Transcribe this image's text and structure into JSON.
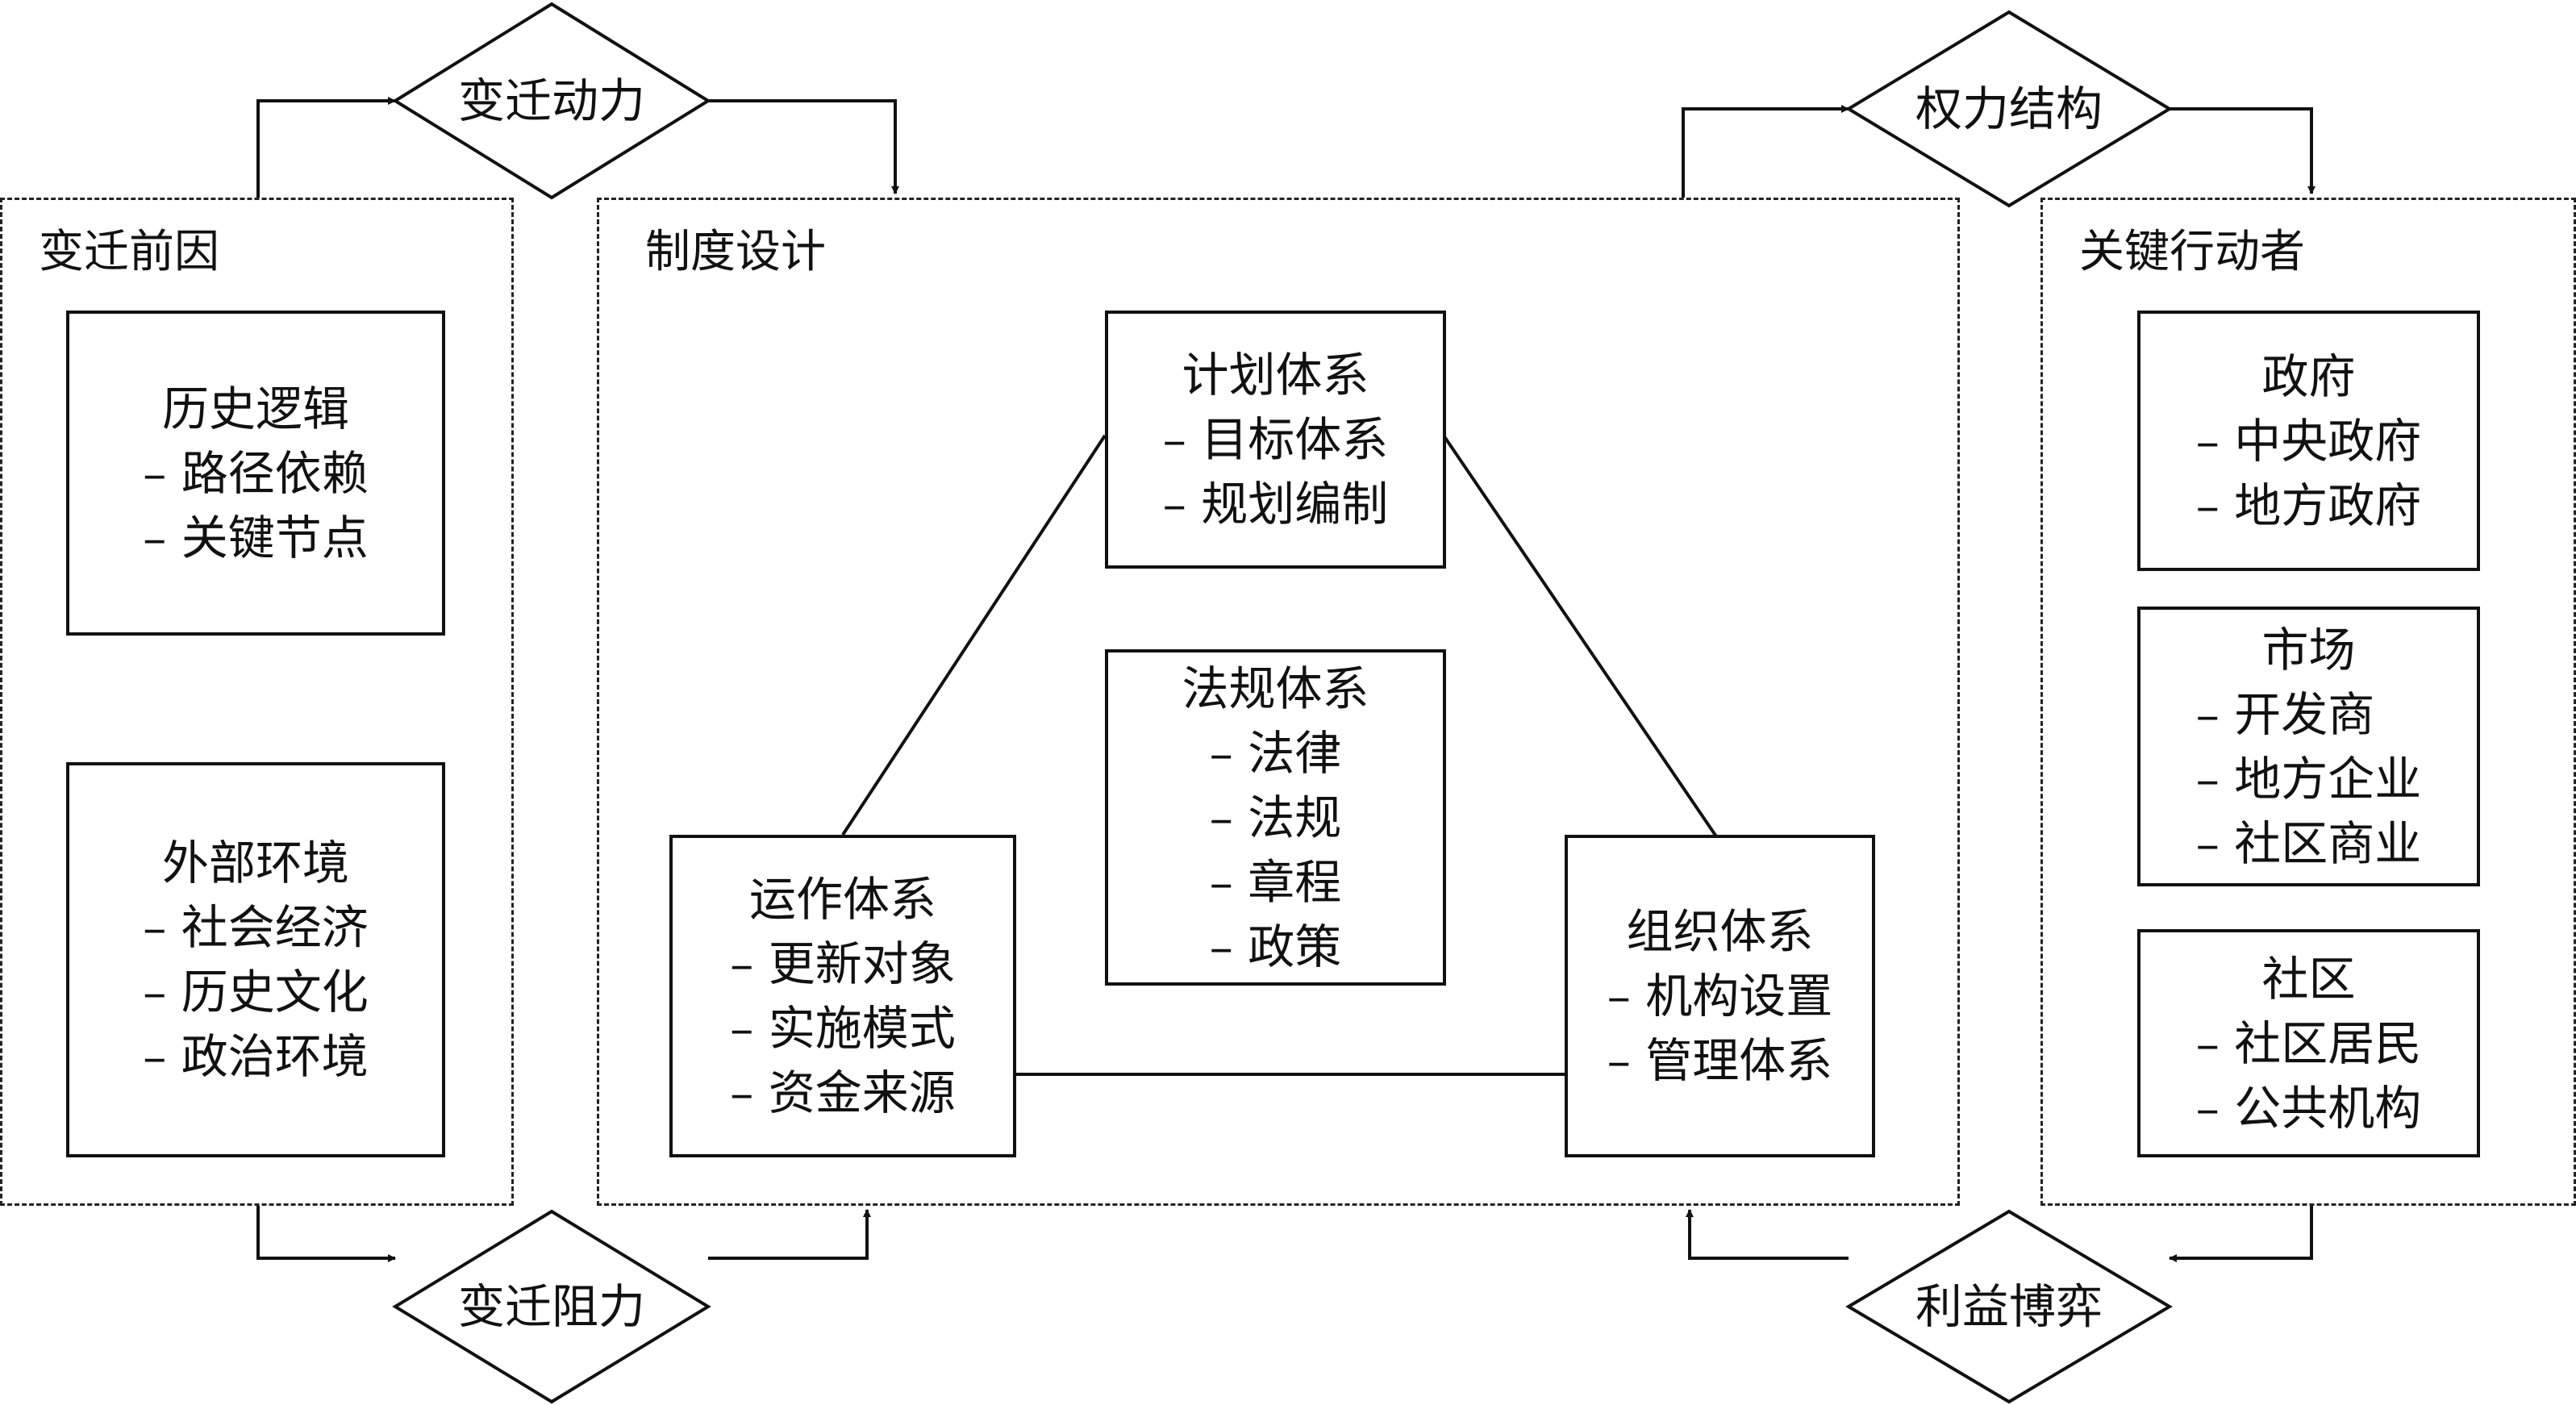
{
  "regions": {
    "causes": {
      "title": "变迁前因",
      "history": {
        "title": "历史逻辑",
        "items": [
          "路径依赖",
          "关键节点"
        ]
      },
      "environment": {
        "title": "外部环境",
        "items": [
          "社会经济",
          "历史文化",
          "政治环境"
        ]
      }
    },
    "design": {
      "title": "制度设计",
      "planning": {
        "title": "计划体系",
        "items": [
          "目标体系",
          "规划编制"
        ]
      },
      "regulation": {
        "title": "法规体系",
        "items": [
          "法律",
          "法规",
          "章程",
          "政策"
        ]
      },
      "operation": {
        "title": "运作体系",
        "items": [
          "更新对象",
          "实施模式",
          "资金来源"
        ]
      },
      "organization": {
        "title": "组织体系",
        "items": [
          "机构设置",
          "管理体系"
        ]
      }
    },
    "actors": {
      "title": "关键行动者",
      "government": {
        "title": "政府",
        "items": [
          "中央政府",
          "地方政府"
        ]
      },
      "market": {
        "title": "市场",
        "items": [
          "开发商",
          "地方企业",
          "社区商业"
        ]
      },
      "community": {
        "title": "社区",
        "items": [
          "社区居民",
          "公共机构"
        ]
      }
    }
  },
  "diamonds": {
    "dynamics": "变迁动力",
    "resistance": "变迁阻力",
    "power": "权力结构",
    "interest": "利益博弈"
  }
}
